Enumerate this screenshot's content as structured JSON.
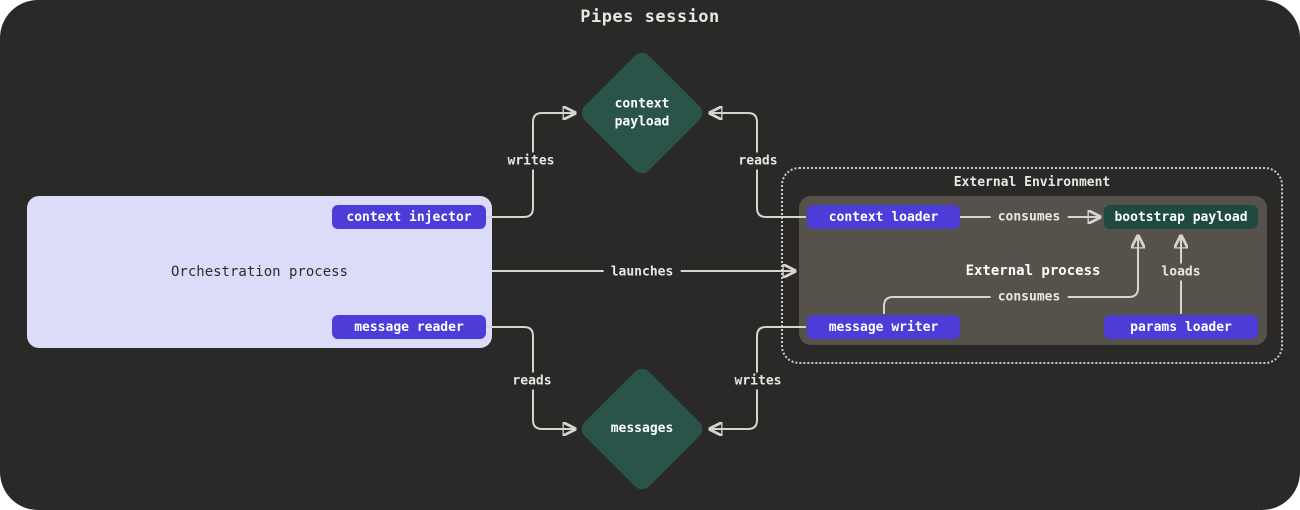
{
  "title": "Pipes session",
  "colors": {
    "canvas-bg": "#2b2928",
    "text-light": "#e9e7e4",
    "text-dark": "#2e2c2b",
    "diamond-green": "#2a5349",
    "deep-green": "#1e4a40",
    "accent-purple": "#4c3dd9",
    "lavender": "#dcdbf8",
    "process-gray": "#56524b",
    "line": "#d6d4d1",
    "dotted-border": "#cfcdca"
  },
  "nodes": {
    "context_payload": {
      "label": "context\npayload"
    },
    "messages": {
      "label": "messages"
    },
    "orchestration": {
      "label": "Orchestration process",
      "context_injector": "context injector",
      "message_reader": "message reader"
    },
    "external_environment": {
      "label": "External Environment",
      "context_loader": "context loader",
      "bootstrap_payload": "bootstrap payload",
      "external_process": "External process",
      "message_writer": "message writer",
      "params_loader": "params loader"
    }
  },
  "edges": {
    "writes_top": "writes",
    "reads_top": "reads",
    "launches": "launches",
    "consumes_top": "consumes",
    "consumes_bottom": "consumes",
    "loads": "loads",
    "reads_bottom": "reads",
    "writes_bottom": "writes"
  }
}
